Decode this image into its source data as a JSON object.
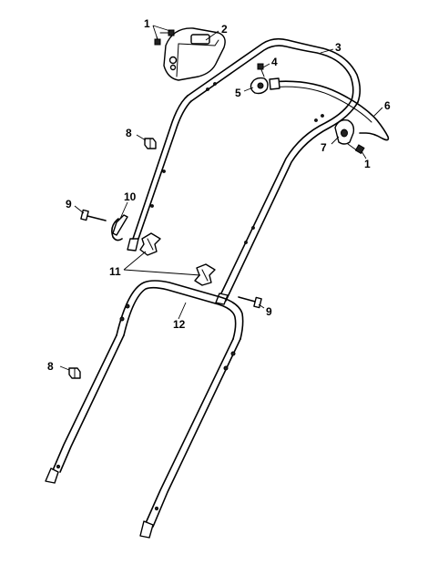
{
  "callouts": {
    "c1a": "1",
    "c1b": "1",
    "c2": "2",
    "c3": "3",
    "c4": "4",
    "c5": "5",
    "c6": "6",
    "c7": "7",
    "c8a": "8",
    "c8b": "8",
    "c9a": "9",
    "c9b": "9",
    "c10": "10",
    "c11": "11",
    "c12": "12"
  }
}
